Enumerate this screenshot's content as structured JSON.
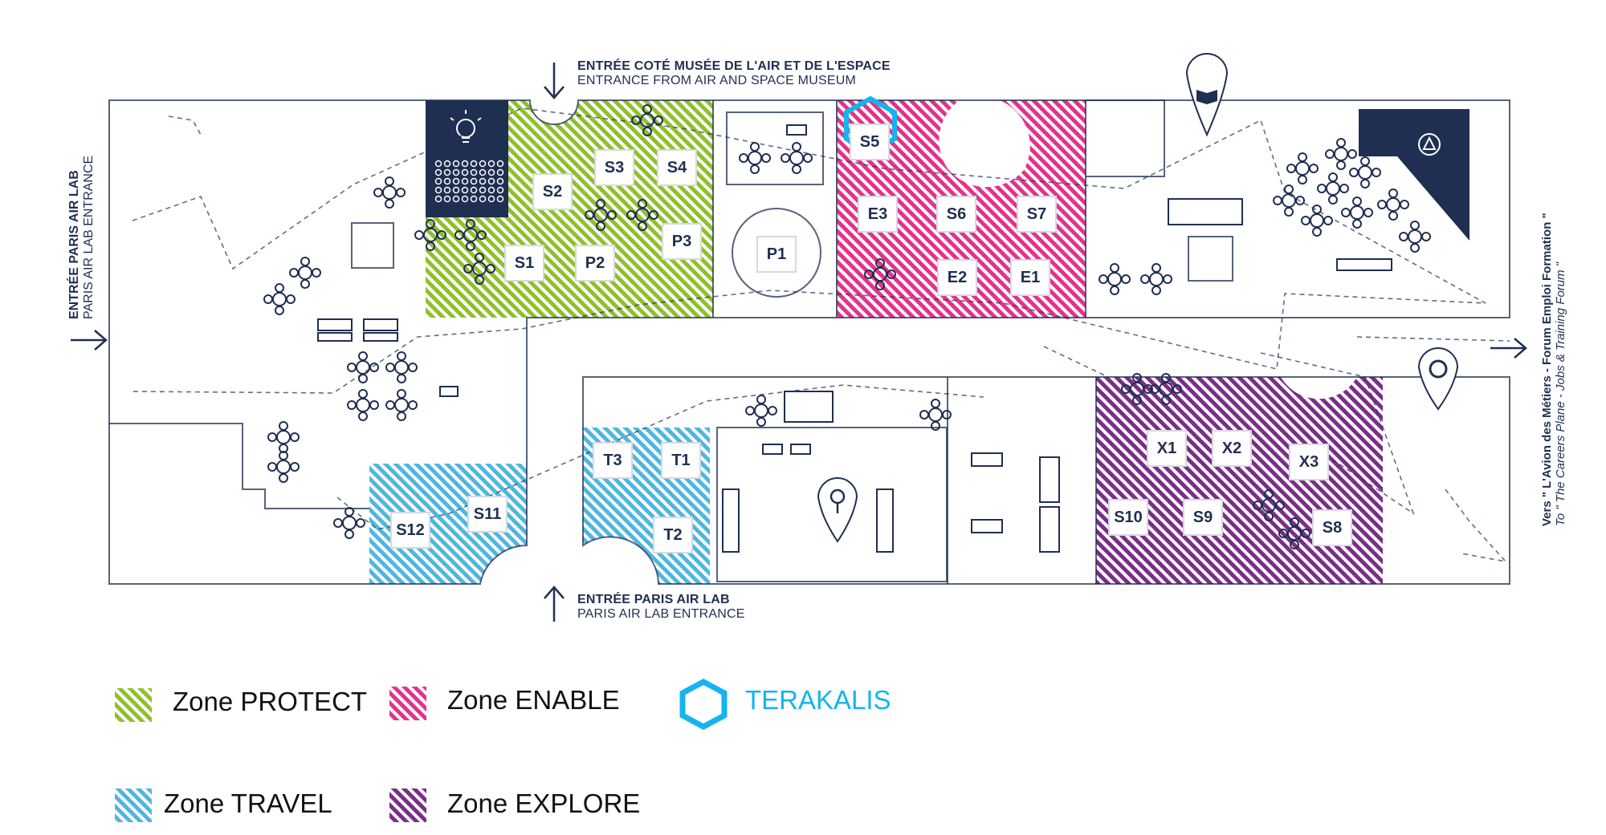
{
  "entrances": {
    "top": {
      "line1": "ENTRÉE COTÉ MUSÉE DE L'AIR ET DE L'ESPACE",
      "line2": "ENTRANCE FROM AIR AND SPACE MUSEUM"
    },
    "bottom": {
      "line1": "ENTRÉE PARIS AIR LAB",
      "line2": "PARIS AIR LAB ENTRANCE"
    },
    "left": {
      "line1": "ENTRÉE PARIS AIR LAB",
      "line2": "PARIS AIR LAB ENTRANCE"
    },
    "right": {
      "line1": "Vers \" L'Avion des Métiers - Forum Emploi Formation \"",
      "line2": "To \" The Careers Plane - Jobs & Training Forum \""
    }
  },
  "booths": [
    {
      "label": "S1",
      "zone": "protect"
    },
    {
      "label": "S2",
      "zone": "protect"
    },
    {
      "label": "S3",
      "zone": "protect"
    },
    {
      "label": "S4",
      "zone": "protect"
    },
    {
      "label": "P2",
      "zone": "protect"
    },
    {
      "label": "P3",
      "zone": "protect"
    },
    {
      "label": "P1",
      "zone": "none"
    },
    {
      "label": "S5",
      "zone": "enable"
    },
    {
      "label": "E3",
      "zone": "enable"
    },
    {
      "label": "S6",
      "zone": "enable"
    },
    {
      "label": "S7",
      "zone": "enable"
    },
    {
      "label": "E2",
      "zone": "enable"
    },
    {
      "label": "E1",
      "zone": "enable"
    },
    {
      "label": "S11",
      "zone": "travel"
    },
    {
      "label": "S12",
      "zone": "travel"
    },
    {
      "label": "T3",
      "zone": "travel"
    },
    {
      "label": "T1",
      "zone": "travel"
    },
    {
      "label": "T2",
      "zone": "travel"
    },
    {
      "label": "X1",
      "zone": "explore"
    },
    {
      "label": "X2",
      "zone": "explore"
    },
    {
      "label": "X3",
      "zone": "explore"
    },
    {
      "label": "S10",
      "zone": "explore"
    },
    {
      "label": "S9",
      "zone": "explore"
    },
    {
      "label": "S8",
      "zone": "explore"
    }
  ],
  "highlight": {
    "booth": "S5",
    "color": "#14b4ee"
  },
  "legend": [
    {
      "label": "Zone PROTECT",
      "color": "#8fc02c"
    },
    {
      "label": "Zone ENABLE",
      "color": "#e2338c"
    },
    {
      "label": "TERAKALIS",
      "color": "#14b4ee"
    },
    {
      "label": "Zone TRAVEL",
      "color": "#4fb6e0"
    },
    {
      "label": "Zone EXPLORE",
      "color": "#7a2e88"
    }
  ],
  "colors": {
    "ink": "#1f2f52",
    "protect": "#8fc02c",
    "enable": "#e2338c",
    "travel": "#4fb6e0",
    "explore": "#7a2e88"
  },
  "icons": [
    "lightbulb-icon",
    "book-icon",
    "map-pin-icon",
    "ring-icon",
    "target-icon",
    "arrow-down-icon",
    "arrow-up-icon",
    "arrow-right-icon"
  ]
}
